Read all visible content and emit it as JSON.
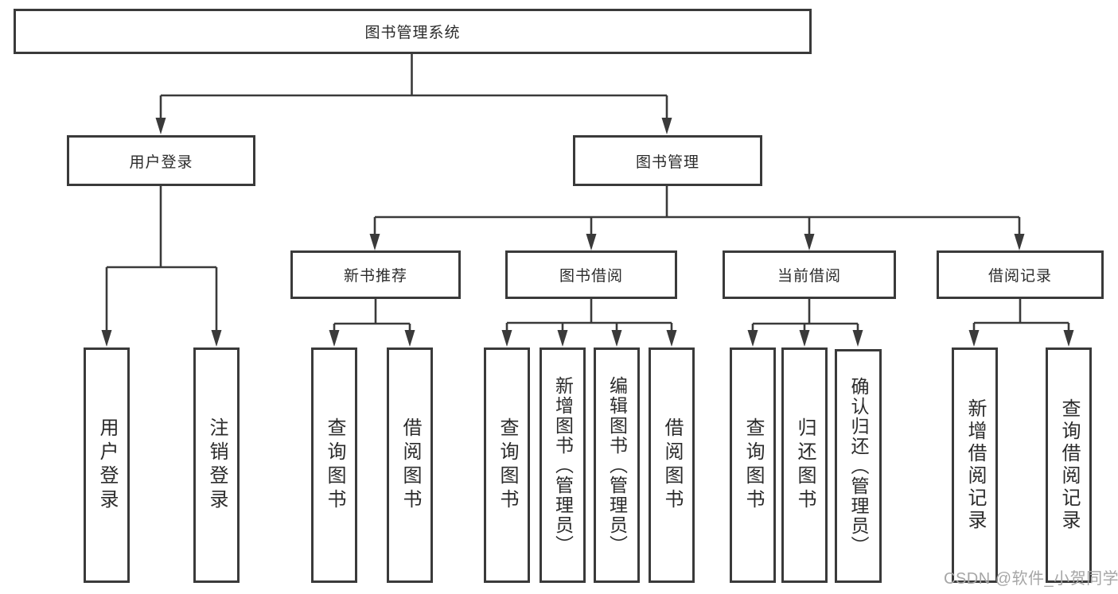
{
  "diagram": {
    "root": {
      "label": "图书管理系统"
    },
    "branches": [
      {
        "label": "用户登录",
        "children": [
          {
            "label": "用户登录"
          },
          {
            "label": "注销登录"
          }
        ]
      },
      {
        "label": "图书管理",
        "groups": [
          {
            "label": "新书推荐",
            "children": [
              {
                "label": "查询图书"
              },
              {
                "label": "借阅图书"
              }
            ]
          },
          {
            "label": "图书借阅",
            "children": [
              {
                "label": "查询图书"
              },
              {
                "label": "新增图书（管理员）"
              },
              {
                "label": "编辑图书（管理员）"
              },
              {
                "label": "借阅图书"
              }
            ]
          },
          {
            "label": "当前借阅",
            "children": [
              {
                "label": "查询图书"
              },
              {
                "label": "归还图书"
              },
              {
                "label": "确认归还（管理员）"
              }
            ]
          },
          {
            "label": "借阅记录",
            "children": [
              {
                "label": "新增借阅记录"
              },
              {
                "label": "查询借阅记录"
              }
            ]
          }
        ]
      }
    ]
  },
  "watermark": {
    "text": "CSDN @软件_小贺同学"
  },
  "colors": {
    "line": "#3a3a3a",
    "text": "#2b2b2b",
    "watermark": "#a6a6a6",
    "background": "#ffffff"
  }
}
